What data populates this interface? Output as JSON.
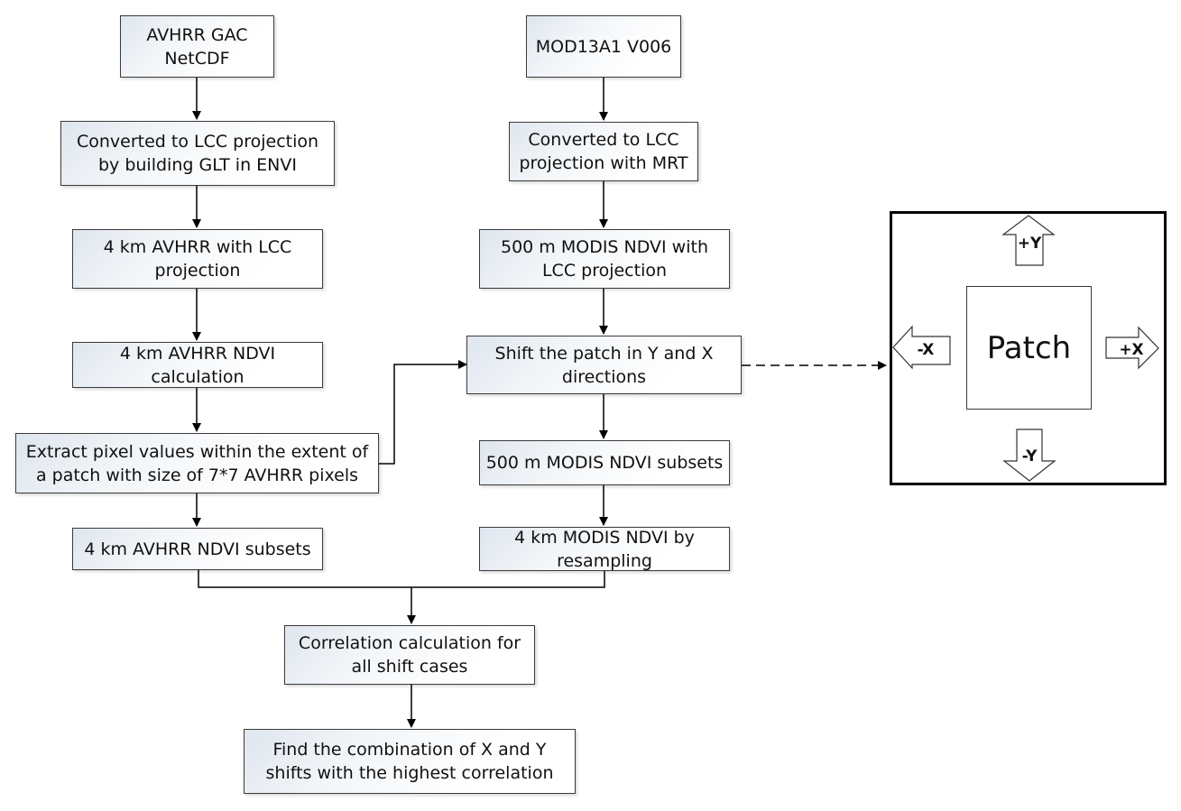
{
  "nodes": {
    "avhrr_gac": "AVHRR GAC\nNetCDF",
    "avhrr_convert": "Converted to LCC projection\nby building GLT in ENVI",
    "avhrr_4km_lcc": "4 km AVHRR with LCC\nprojection",
    "avhrr_ndvi_calc": "4 km AVHRR NDVI\ncalculation",
    "extract_pixels": "Extract pixel values within the extent of\na patch with size of 7*7 AVHRR pixels",
    "avhrr_subsets": "4 km AVHRR NDVI subsets",
    "mod13a1": "MOD13A1 V006",
    "modis_convert": "Converted to LCC\nprojection with MRT",
    "modis_500m_lcc": "500 m MODIS NDVI with\nLCC projection",
    "shift_patch": "Shift the patch in Y and X\ndirections",
    "modis_500m_subsets": "500 m MODIS NDVI subsets",
    "modis_4km_resample": "4 km MODIS NDVI by\nresampling",
    "correlation": "Correlation calculation for\nall shift cases",
    "find_combination": "Find the combination of X and Y\nshifts with the highest correlation"
  },
  "inset": {
    "patch_label": "Patch",
    "plus_y": "+Y",
    "minus_y": "-Y",
    "plus_x": "+X",
    "minus_x": "-X"
  },
  "colors": {
    "line": "#000000",
    "border": "#3a3a3a",
    "gradient_start": "#dfe6ee"
  }
}
